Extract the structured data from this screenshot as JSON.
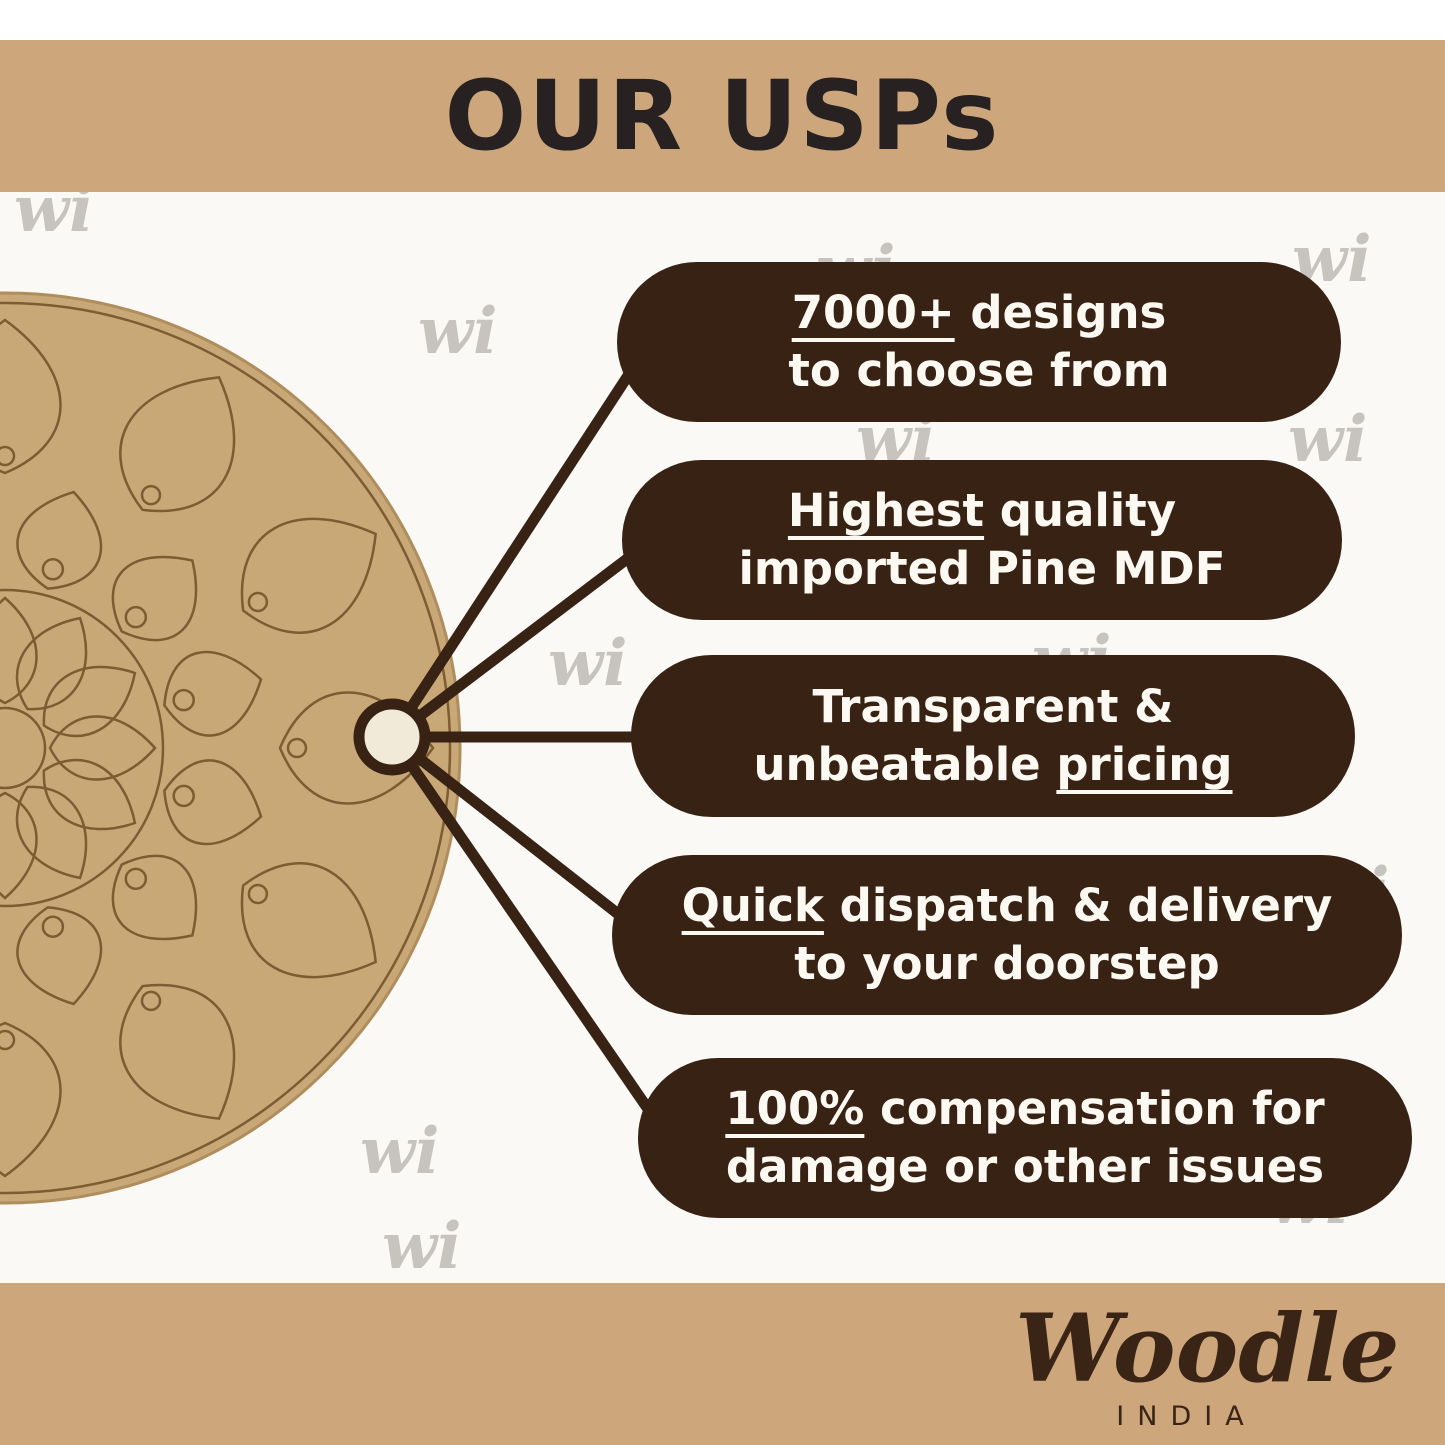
{
  "header": {
    "title": "OUR USPs"
  },
  "usps": [
    {
      "line1_u": "7000+",
      "line1_rest": " designs",
      "line2": "to choose from"
    },
    {
      "line1_u": "Highest",
      "line1_rest": " quality",
      "line2": "imported Pine MDF"
    },
    {
      "line1": "Transparent &",
      "line2_pre": "unbeatable ",
      "line2_u": "pricing"
    },
    {
      "line1_u": "Quick",
      "line1_rest": " dispatch & delivery",
      "line2": "to your doorstep"
    },
    {
      "line1_u": "100%",
      "line1_rest": " compensation for",
      "line2": "damage or other issues"
    }
  ],
  "watermark": "wi",
  "footer": {
    "brand": "Woodle",
    "country": "INDIA"
  },
  "colors": {
    "banner_tan": "#cda67c",
    "pill_dark_brown": "#382214",
    "board_tan": "#c9a877",
    "node_cream": "#f2ead9",
    "title_dark": "#272122"
  }
}
